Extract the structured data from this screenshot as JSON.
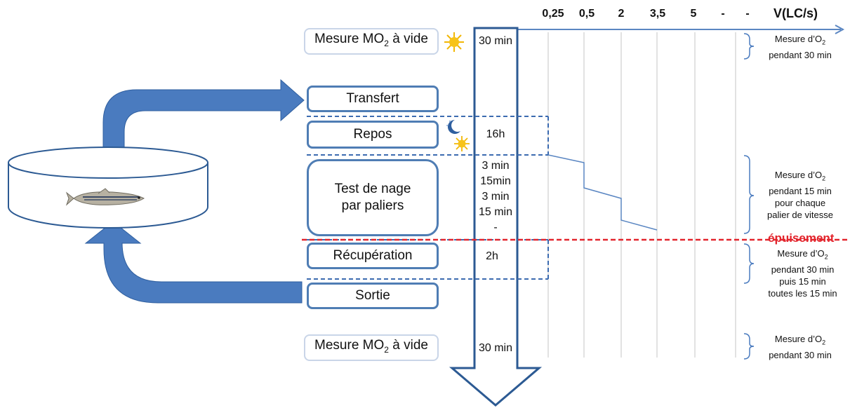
{
  "stages": {
    "mesure_vide_1": {
      "label": "Mesure MO",
      "sub": "2",
      "suffix": " à vide",
      "duration": "30 min"
    },
    "transfert": {
      "label": "Transfert"
    },
    "repos": {
      "label": "Repos",
      "duration": "16h"
    },
    "test_nage": {
      "label": "Test de nage par paliers",
      "durations": [
        "3 min",
        "15min",
        "3 min",
        "15 min",
        "-"
      ]
    },
    "recuperation": {
      "label": "Récupération",
      "duration": "2h"
    },
    "sortie": {
      "label": "Sortie"
    },
    "mesure_vide_2": {
      "label": "Mesure MO",
      "sub": "2",
      "suffix": " à vide",
      "duration": "30 min"
    }
  },
  "speed_axis": {
    "label": "V(LC/s)",
    "ticks": [
      "0,25",
      "0,5",
      "2",
      "3,5",
      "5",
      "-",
      "-"
    ]
  },
  "notes": {
    "note1": [
      "Mesure d’O",
      "pendant 30 min"
    ],
    "note2": [
      "Mesure d’O",
      "pendant 15 min",
      "pour chaque",
      "palier de vitesse"
    ],
    "note3": [
      "Mesure d’O",
      "pendant 30 min",
      "puis 15 min",
      "toutes les 15 min"
    ],
    "note4": [
      "Mesure d’O",
      "pendant 30 min"
    ],
    "o2_sub": "2"
  },
  "exhaustion_label": "épuisement",
  "icons": [
    "sun-icon",
    "moon-icon",
    "sun-icon",
    "fish-icon",
    "tank-icon"
  ],
  "colors": {
    "arrow": "#4a7bbf",
    "box_border": "#4f7db4",
    "exhaustion": "#e3252d",
    "dashed": "#3c6bb0"
  }
}
